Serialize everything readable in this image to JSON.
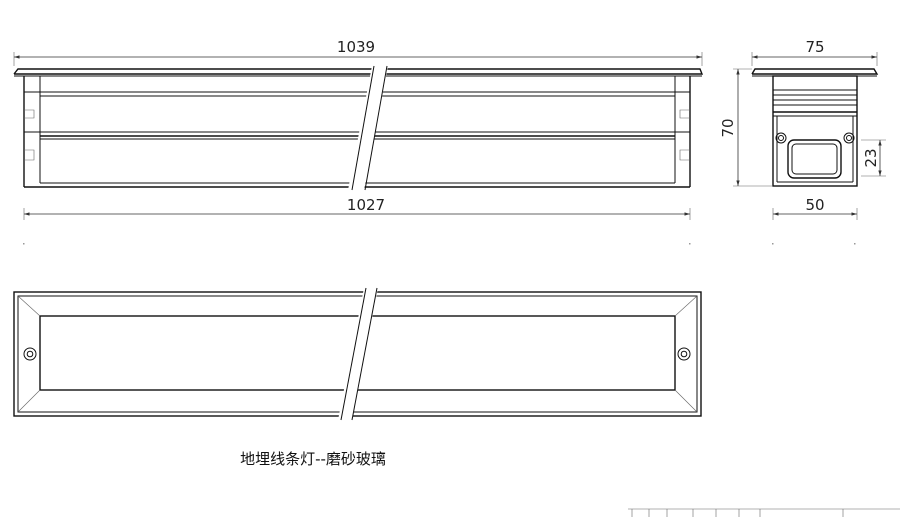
{
  "dimensions": {
    "total_length": "1039",
    "body_length": "1027",
    "flange_width": "75",
    "height": "70",
    "body_width": "50",
    "terminal_height": "23"
  },
  "caption": "地埋线条灯--磨砂玻璃"
}
